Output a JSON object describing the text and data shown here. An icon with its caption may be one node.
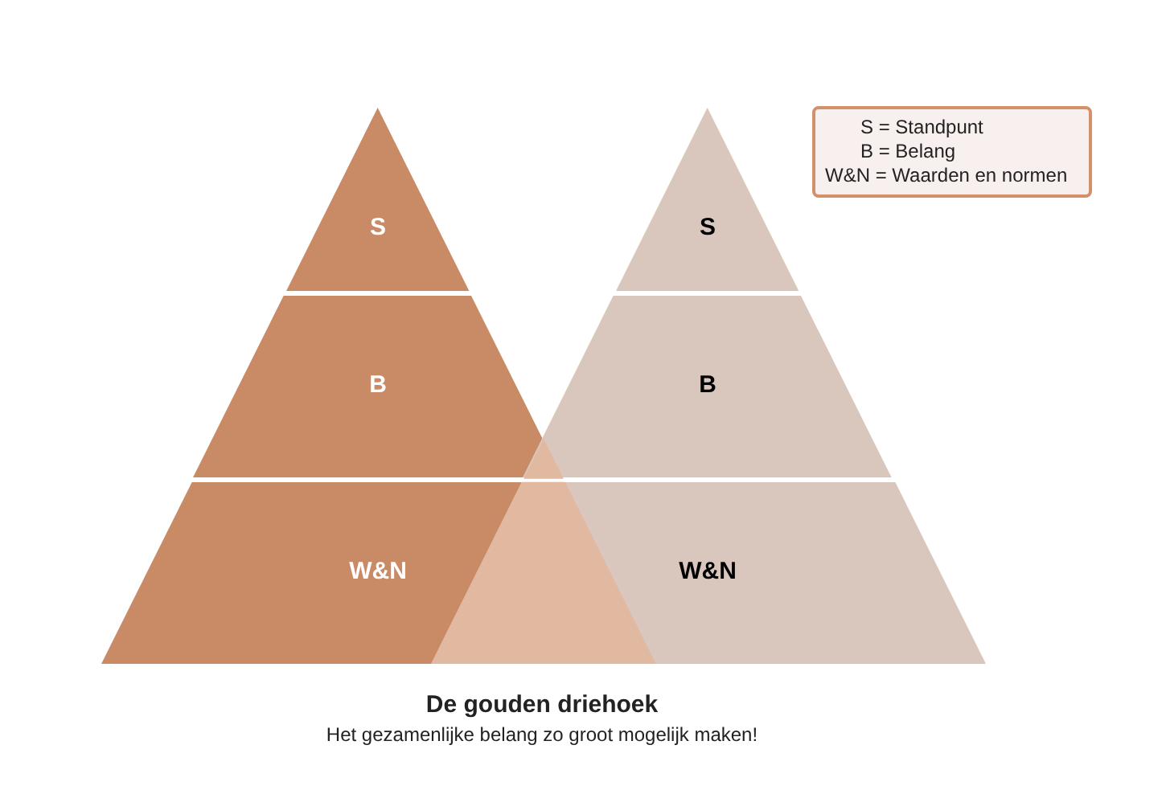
{
  "diagram": {
    "title": "De gouden driehoek",
    "caption": "Het gezamenlijke belang zo groot mogelijk maken!",
    "nodes": [
      {
        "text": [
          "S"
        ]
      },
      {
        "text": [
          "B"
        ]
      },
      {
        "text": [
          "W&N"
        ]
      },
      {
        "text": [
          "S"
        ]
      },
      {
        "text": [
          "B"
        ]
      },
      {
        "text": [
          "W&N"
        ]
      },
      {
        "text": [],
        "shape": "triangle"
      },
      {
        "text": [
          "S = Standpunt",
          "B = Belang",
          "W&N = Waarden en normen"
        ]
      }
    ],
    "edges": []
  }
}
